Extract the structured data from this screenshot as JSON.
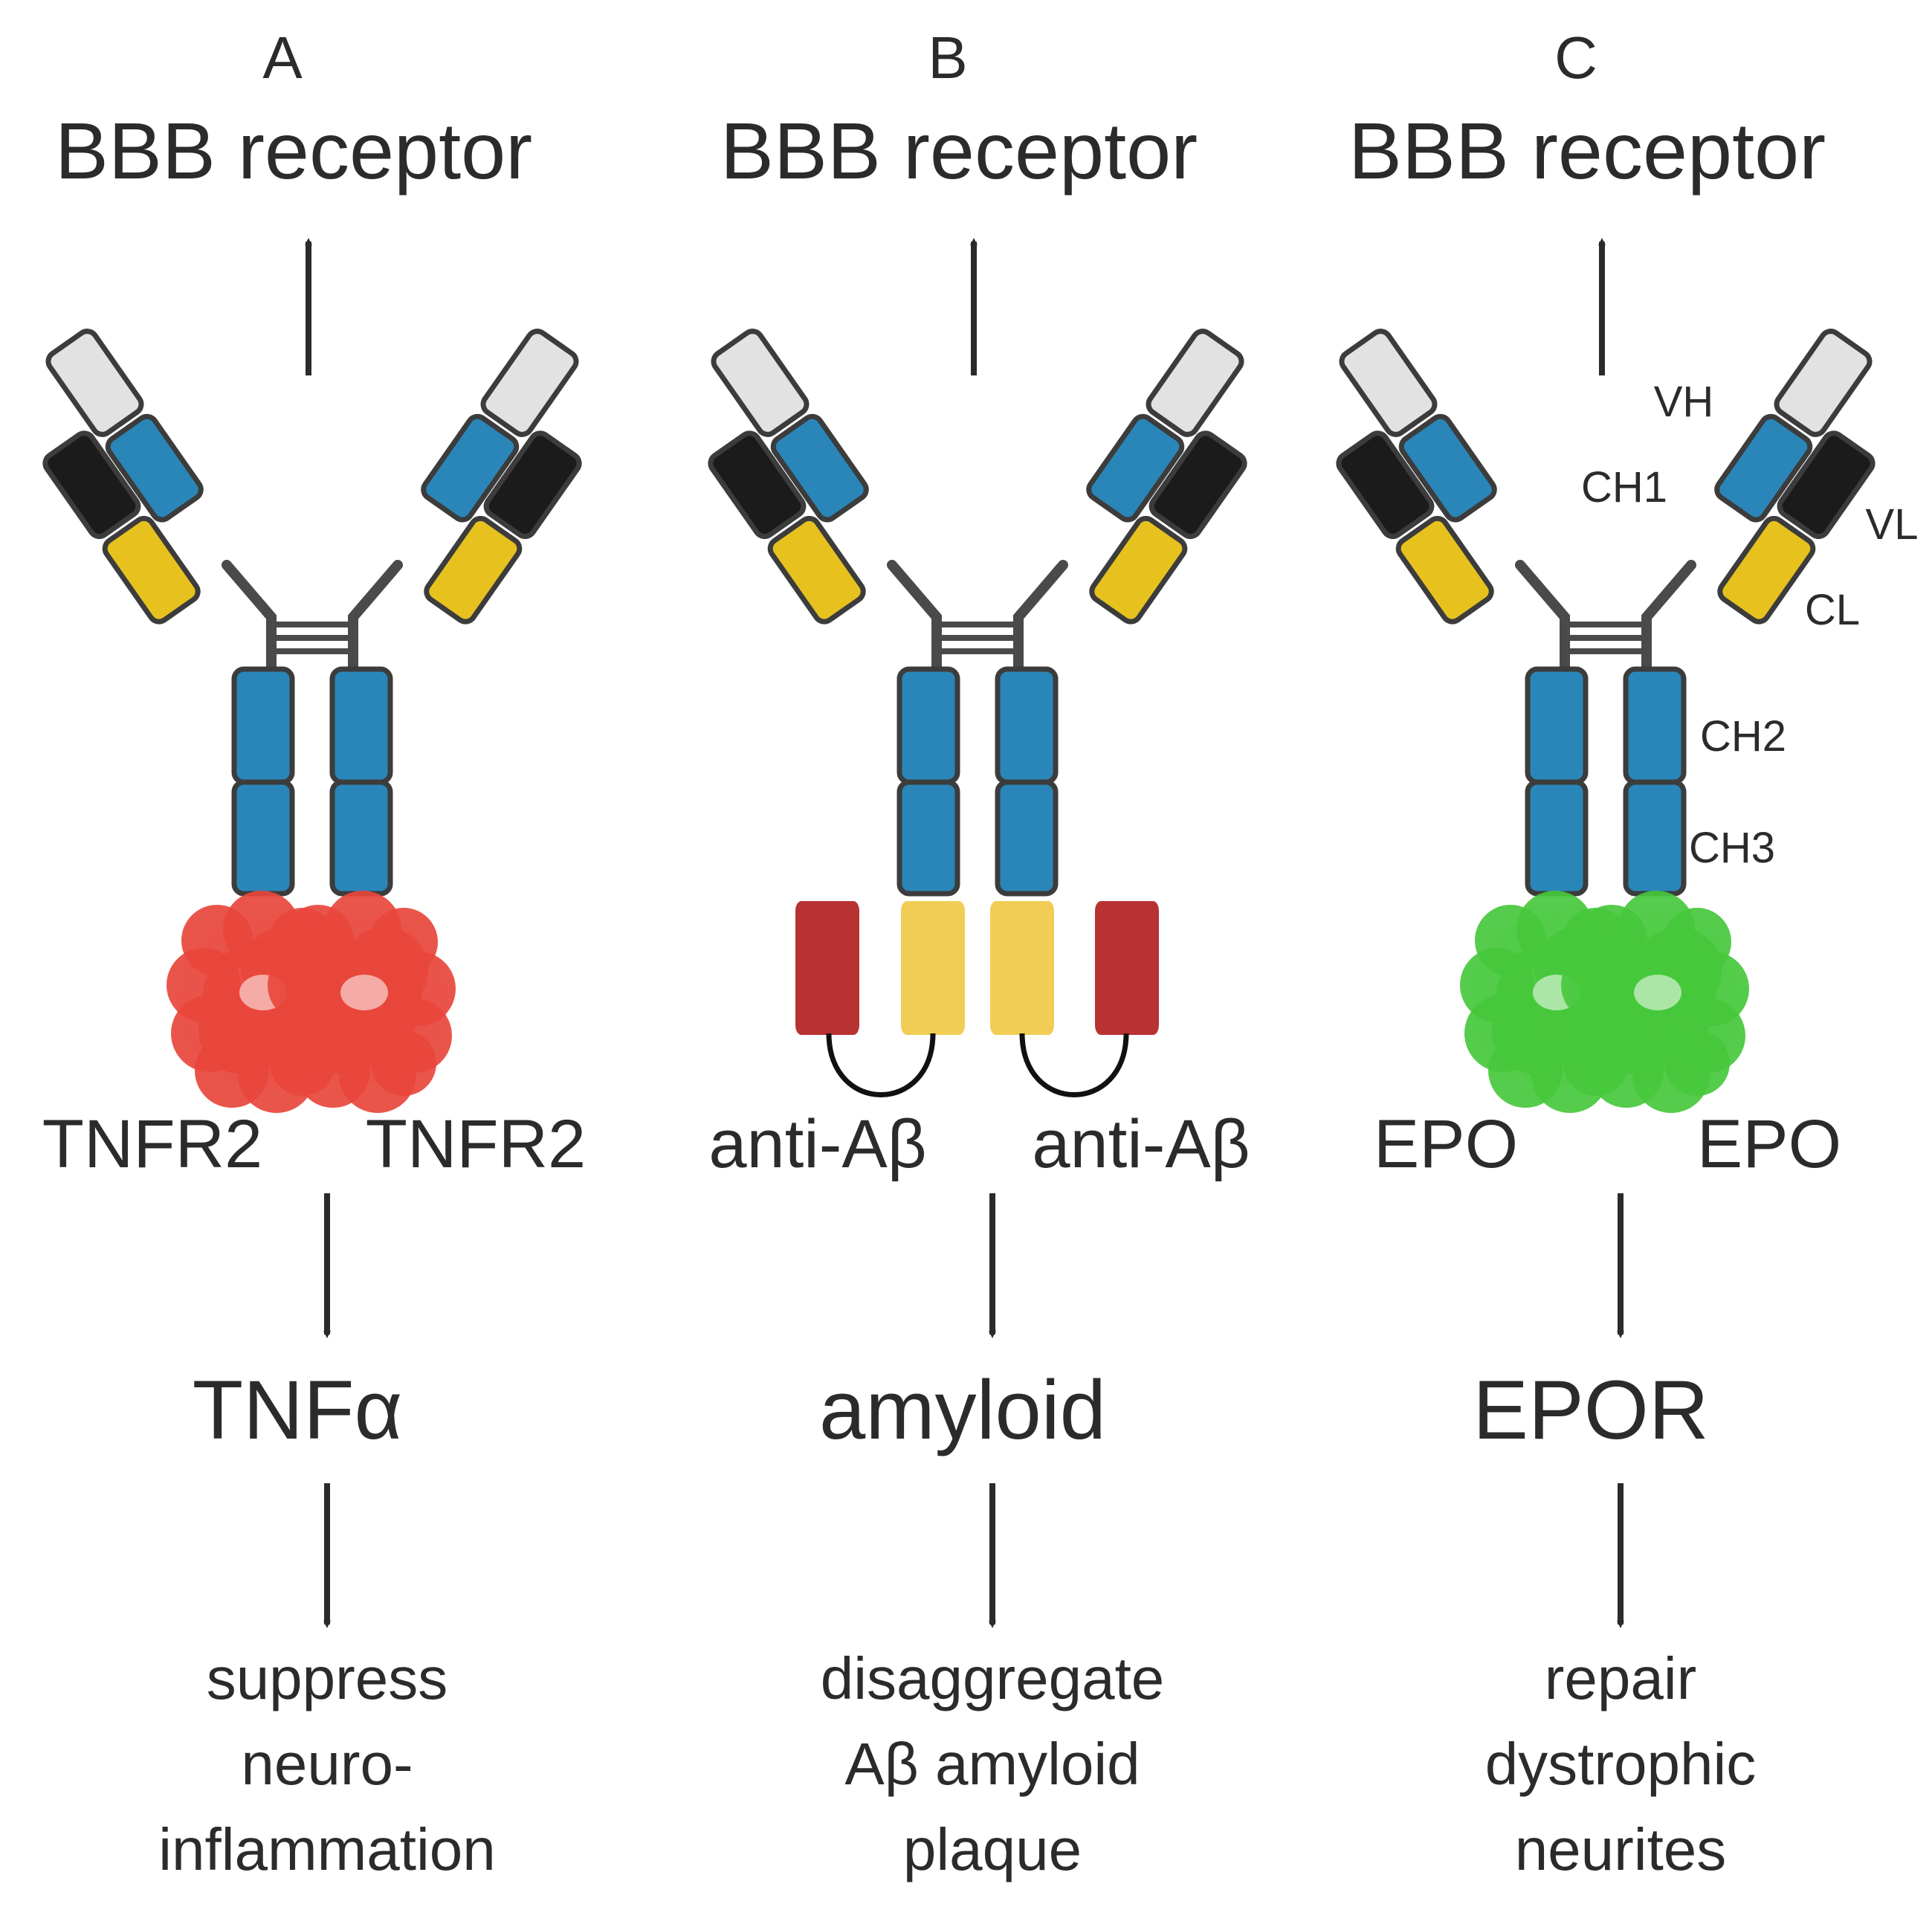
{
  "colors": {
    "vl": "#1b1b1b",
    "vh": "#e2e2e2",
    "ch": "#2a86b8",
    "cl": "#e7c21f",
    "outline": "#3c3c3c",
    "hinge": "#4a4a4a",
    "tnfr2": "#e8473c",
    "epo": "#46c83c",
    "anti_abeta_heavy": "#f2cd55",
    "anti_abeta_light": "#b83232"
  },
  "domain_labels": {
    "vh": "VH",
    "ch1": "CH1",
    "vl": "VL",
    "cl": "CL",
    "ch2": "CH2",
    "ch3": "CH3"
  },
  "panels": [
    {
      "letter": "A",
      "title": "BBB receptor",
      "ligand_left": "TNFR2",
      "ligand_right": "TNFR2",
      "fusion": "blob",
      "fusion_color": "tnfr2",
      "target": "TNFα",
      "effect": [
        "suppress",
        "neuro-",
        "inflammation"
      ]
    },
    {
      "letter": "B",
      "title": "BBB receptor",
      "ligand_left": "anti-Aβ",
      "ligand_right": "anti-Aβ",
      "fusion": "scfv",
      "target": "amyloid",
      "effect": [
        "disaggregate",
        "Aβ amyloid",
        "plaque"
      ]
    },
    {
      "letter": "C",
      "title": "BBB receptor",
      "ligand_left": "EPO",
      "ligand_right": "EPO",
      "fusion": "blob",
      "fusion_color": "epo",
      "target": "EPOR",
      "effect": [
        "repair",
        "dystrophic",
        "neurites"
      ],
      "show_domain_labels": true
    }
  ]
}
